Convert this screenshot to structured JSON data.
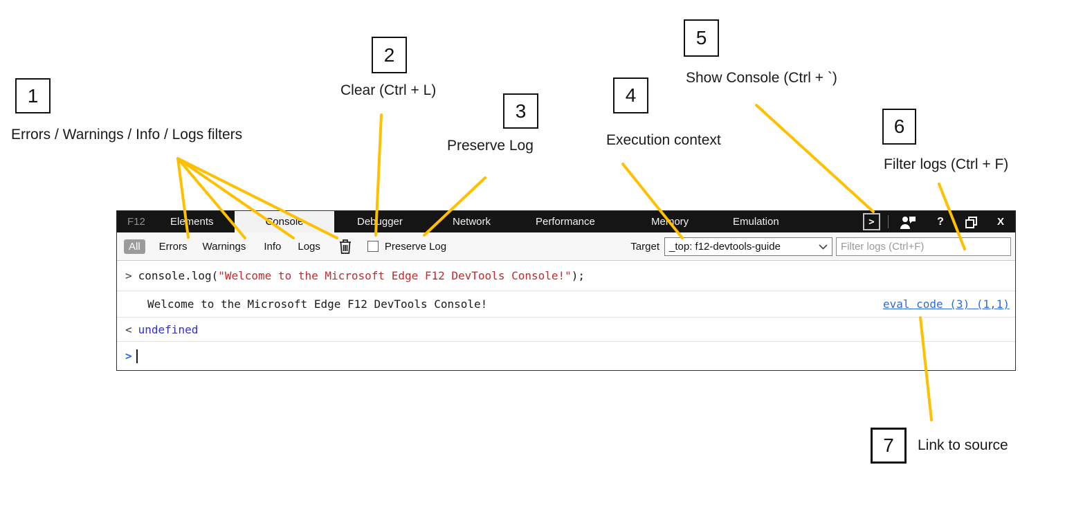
{
  "colors": {
    "annotation-line": "#FFC000",
    "code-string-red": "#C5282D",
    "link-blue": "#2B6CD6",
    "undefined-blue": "#2C2CE0",
    "toolbar-bg": "#151515",
    "active-tab-bg": "#F2F2F2"
  },
  "devtools": {
    "tabs": [
      {
        "label": "F12"
      },
      {
        "label": "Elements"
      },
      {
        "label": "Console"
      },
      {
        "label": "Debugger"
      },
      {
        "label": "Network"
      },
      {
        "label": "Performance"
      },
      {
        "label": "Memory"
      },
      {
        "label": "Emulation"
      }
    ],
    "toolbar_icons": {
      "console_glyph": ">",
      "help_glyph": "?",
      "close_glyph": "X"
    },
    "filterbar": {
      "all": "All",
      "errors": "Errors",
      "warnings": "Warnings",
      "info": "Info",
      "logs": "Logs",
      "preserve_log": "Preserve Log",
      "target_label": "Target",
      "target_value": "_top: f12-devtools-guide",
      "filter_placeholder": "Filter logs (Ctrl+F)"
    },
    "console": {
      "echo_prompt": ">",
      "code_before": "console.log(",
      "code_string": "\"Welcome to the Microsoft Edge F12 DevTools Console!\"",
      "code_after": ");",
      "log_text": "Welcome to the Microsoft Edge F12 DevTools Console!",
      "source_link": "eval code (3) (1,1)",
      "result_prompt": "<",
      "result_value": "undefined",
      "input_prompt": ">"
    }
  },
  "annotations": [
    {
      "num": "1",
      "label": "Errors / Warnings / Info / Logs filters"
    },
    {
      "num": "2",
      "label": "Clear (Ctrl + L)"
    },
    {
      "num": "3",
      "label": "Preserve Log"
    },
    {
      "num": "4",
      "label": "Execution context"
    },
    {
      "num": "5",
      "label": "Show Console (Ctrl + `)"
    },
    {
      "num": "6",
      "label": "Filter logs (Ctrl + F)"
    },
    {
      "num": "7",
      "label": "Link to source"
    }
  ]
}
